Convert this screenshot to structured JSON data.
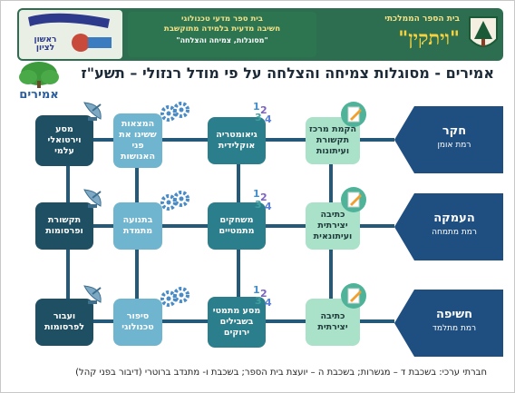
{
  "header": {
    "middle_line1": "בית ספר מדעי טכנולוגי",
    "middle_line2": "חשיבה מדעית בלמידה מתוקשבת",
    "middle_line3": "\"מסוגלות, צמיחה והצלחה\"",
    "school": "בית הספר הממלכתי",
    "brand": "\"ויתקין\"",
    "city": "ראשון לציון"
  },
  "title": "אמירים - מסוגלות צמיחה והצלחה על פי מודל רנזולי – תשע\"ז",
  "logo_text": "אמירים",
  "levels": [
    {
      "title": "חקר",
      "subtitle": "רמת אומן"
    },
    {
      "title": "העמקה",
      "subtitle": "רמת מתמחה"
    },
    {
      "title": "חשיפה",
      "subtitle": "רמת מתלמד"
    }
  ],
  "rows": [
    [
      {
        "lines": [
          "הקמת מרכז",
          "תקשורת",
          "ועיתונות"
        ]
      },
      {
        "lines": [
          "גיאומטריה",
          "אוקלידית"
        ]
      },
      {
        "lines": [
          "המצאות",
          "ששינו את",
          "פני",
          "האנושות"
        ]
      },
      {
        "lines": [
          "מסע",
          "וירטואלי",
          "עלמי"
        ]
      }
    ],
    [
      {
        "lines": [
          "כתיבה",
          "יצירתית",
          "ועיתונאית"
        ]
      },
      {
        "lines": [
          "משחקים",
          "מתמטיים"
        ]
      },
      {
        "lines": [
          "בתנועה",
          "מתמדת"
        ]
      },
      {
        "lines": [
          "תקשורת",
          "ופרסומות"
        ]
      }
    ],
    [
      {
        "lines": [
          "כתיבה",
          "יצירתית"
        ]
      },
      {
        "lines": [
          "מסע מתמטי",
          "בשבילים",
          "ירוקים"
        ]
      },
      {
        "lines": [
          "סיפור",
          "טכנולוגי"
        ]
      },
      {
        "lines": [
          "ועבור",
          "לפרסומות"
        ]
      }
    ]
  ],
  "footer": "חברתי ערכי: בשכבת ד – מגשרות; בשכבת ה – יועצת בית הספר; בשכבת ו- מתנדב ברוטרי (דיבור בפני קהל)",
  "icons": {
    "col1": "pencil-icon",
    "col2": "numbers-icon",
    "col3": "gears-icon",
    "col4": "satellite-dish-icon"
  },
  "colors": {
    "header_bg": "#2c6e4f",
    "arrow": "#1e4f80",
    "green_box": "#a9e2c8",
    "teal_box": "#2b7e8c",
    "light_box": "#6fb5d0",
    "dark_box": "#1e4f63"
  }
}
